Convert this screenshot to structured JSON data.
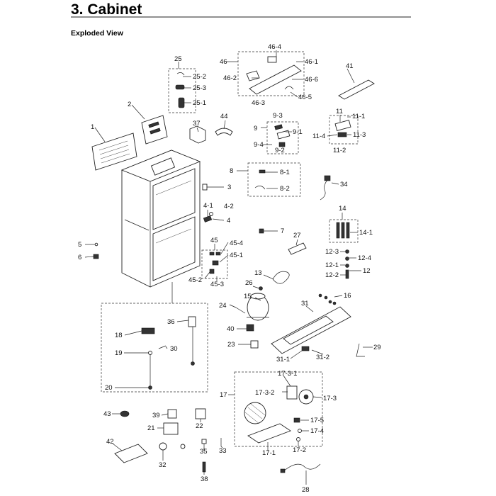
{
  "header": {
    "title": "3.  Cabinet",
    "subtitle": "Exploded View"
  },
  "labels": {
    "l1": "1",
    "l2": "2",
    "l3": "3",
    "l4": "4",
    "l4_1": "4-1",
    "l4_2": "4-2",
    "l5": "5",
    "l6": "6",
    "l7": "7",
    "l8": "8",
    "l8_1": "8-1",
    "l8_2": "8-2",
    "l9": "9",
    "l9_1": "9-1",
    "l9_2": "9-2",
    "l9_3": "9-3",
    "l9_4": "9-4",
    "l11": "11",
    "l11_1": "11-1",
    "l11_2": "11-2",
    "l11_3": "11-3",
    "l11_4": "11-4",
    "l12": "12",
    "l12_1": "12-1",
    "l12_2": "12-2",
    "l12_3": "12-3",
    "l12_4": "12-4",
    "l13": "13",
    "l14": "14",
    "l14_1": "14-1",
    "l15": "15",
    "l16": "16",
    "l17": "17",
    "l17_1": "17-1",
    "l17_2": "17-2",
    "l17_3": "17-3",
    "l17_3_1": "17-3-1",
    "l17_3_2": "17-3-2",
    "l17_4": "17-4",
    "l17_5": "17-5",
    "l18": "18",
    "l19": "19",
    "l20": "20",
    "l21": "21",
    "l22": "22",
    "l23": "23",
    "l24": "24",
    "l25": "25",
    "l25_1": "25-1",
    "l25_2": "25-2",
    "l25_3": "25-3",
    "l26": "26",
    "l27": "27",
    "l28": "28",
    "l29": "29",
    "l30": "30",
    "l31": "31",
    "l31_1": "31-1",
    "l31_2": "31-2",
    "l32": "32",
    "l33": "33",
    "l34": "34",
    "l35": "35",
    "l36": "36",
    "l37": "37",
    "l38": "38",
    "l39": "39",
    "l40": "40",
    "l41": "41",
    "l42": "42",
    "l43": "43",
    "l44": "44",
    "l45": "45",
    "l45_1": "45-1",
    "l45_2": "45-2",
    "l45_3": "45-3",
    "l45_4": "45-4",
    "l46": "46",
    "l46_1": "46-1",
    "l46_2": "46-2",
    "l46_3": "46-3",
    "l46_4": "46-4",
    "l46_5": "46-5",
    "l46_6": "46-6"
  }
}
